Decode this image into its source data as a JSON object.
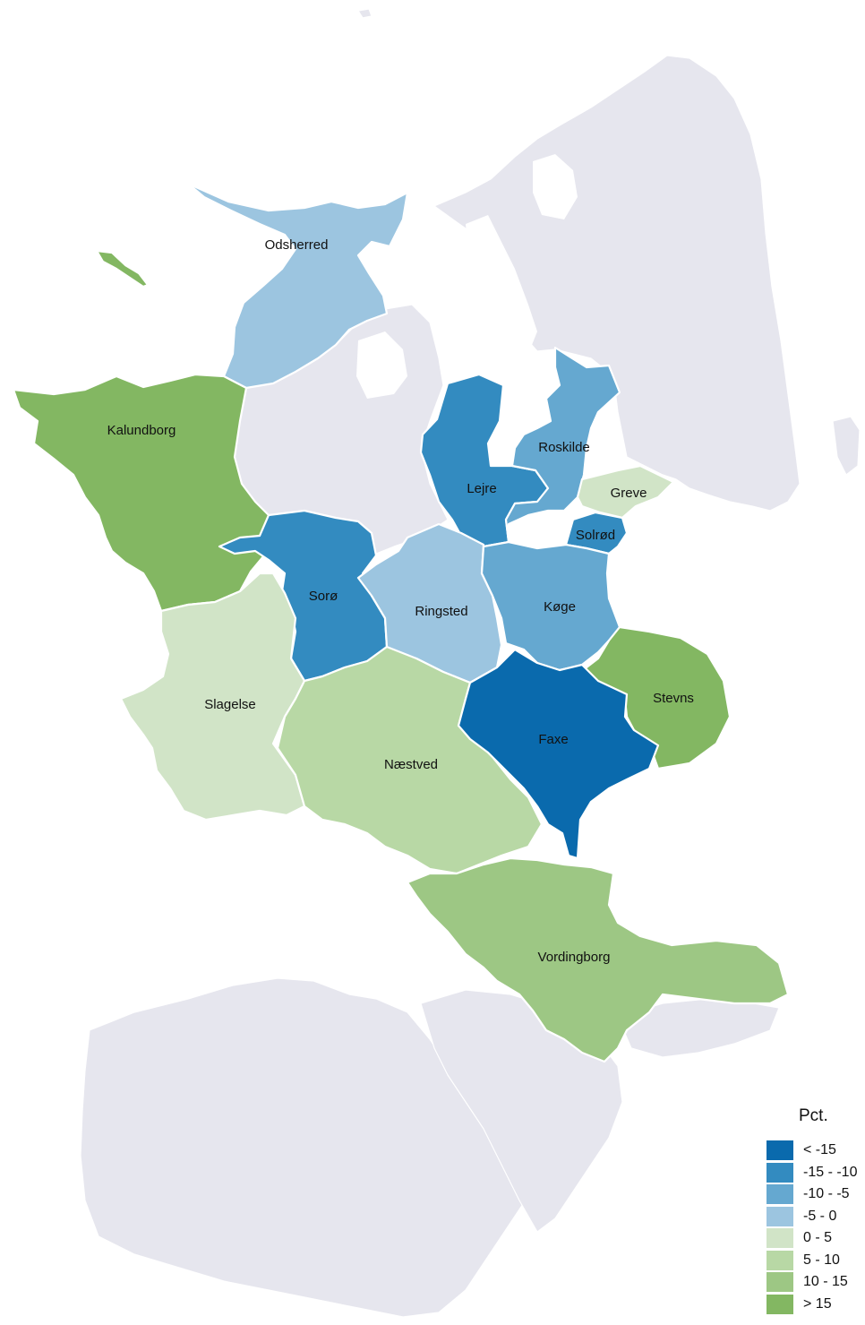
{
  "legend": {
    "title": "Pct.",
    "items": [
      {
        "label": "< -15",
        "color": "#0a6aad"
      },
      {
        "label": "-15 - -10",
        "color": "#338bc0"
      },
      {
        "label": "-10 - -5",
        "color": "#65a8d0"
      },
      {
        "label": "-5 - 0",
        "color": "#9cc5e0"
      },
      {
        "label": "0 - 5",
        "color": "#d1e4c7"
      },
      {
        "label": "5 - 10",
        "color": "#b8d8a5"
      },
      {
        "label": "10 - 15",
        "color": "#9dc784"
      },
      {
        "label": "> 15",
        "color": "#83b762"
      }
    ]
  },
  "municipalities": [
    {
      "key": "odsherred",
      "name": "Odsherred",
      "category": 3
    },
    {
      "key": "kalundborg",
      "name": "Kalundborg",
      "category": 7
    },
    {
      "key": "lejre",
      "name": "Lejre",
      "category": 1
    },
    {
      "key": "roskilde",
      "name": "Roskilde",
      "category": 2
    },
    {
      "key": "greve",
      "name": "Greve",
      "category": 4
    },
    {
      "key": "solrod",
      "name": "Solrød",
      "category": 1
    },
    {
      "key": "soro",
      "name": "Sorø",
      "category": 1
    },
    {
      "key": "ringsted",
      "name": "Ringsted",
      "category": 3
    },
    {
      "key": "koge",
      "name": "Køge",
      "category": 2
    },
    {
      "key": "stevns",
      "name": "Stevns",
      "category": 7
    },
    {
      "key": "slagelse",
      "name": "Slagelse",
      "category": 4
    },
    {
      "key": "naestved",
      "name": "Næstved",
      "category": 5
    },
    {
      "key": "faxe",
      "name": "Faxe",
      "category": 0
    },
    {
      "key": "vordingborg",
      "name": "Vordingborg",
      "category": 6
    }
  ],
  "colors": {
    "land": "#e6e6ee",
    "border": "#ffffff",
    "background": "#ffffff"
  }
}
